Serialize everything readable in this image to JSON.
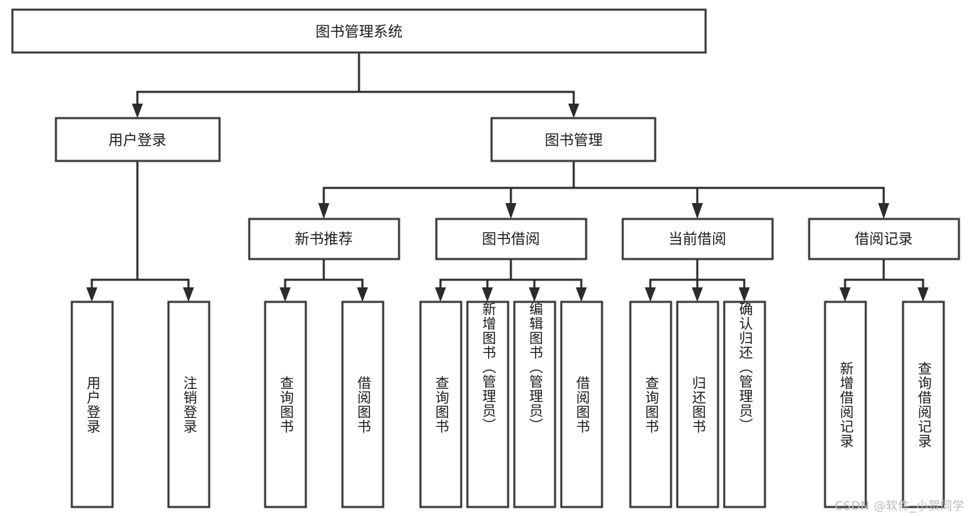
{
  "diagram": {
    "type": "tree",
    "orientation": "top-down",
    "root": {
      "id": "root",
      "label": "图书管理系统"
    },
    "level2": [
      {
        "id": "user-login",
        "label": "用户登录"
      },
      {
        "id": "book-manage",
        "label": "图书管理"
      }
    ],
    "level3": [
      {
        "id": "new-book-recommend",
        "label": "新书推荐",
        "parent": "book-manage"
      },
      {
        "id": "book-borrow",
        "label": "图书借阅",
        "parent": "book-manage"
      },
      {
        "id": "current-borrow",
        "label": "当前借阅",
        "parent": "book-manage"
      },
      {
        "id": "borrow-record",
        "label": "借阅记录",
        "parent": "book-manage"
      }
    ],
    "leaves": [
      {
        "id": "leaf-user-login",
        "label": "用户登录",
        "parent": "user-login"
      },
      {
        "id": "leaf-logout-login",
        "label": "注销登录",
        "parent": "user-login"
      },
      {
        "id": "leaf-query-book-1",
        "label": "查询图书",
        "parent": "new-book-recommend"
      },
      {
        "id": "leaf-borrow-book-1",
        "label": "借阅图书",
        "parent": "new-book-recommend"
      },
      {
        "id": "leaf-query-book-2",
        "label": "查询图书",
        "parent": "book-borrow"
      },
      {
        "id": "leaf-add-book",
        "label": "新增图书（管理员）",
        "parent": "book-borrow"
      },
      {
        "id": "leaf-edit-book",
        "label": "编辑图书（管理员）",
        "parent": "book-borrow"
      },
      {
        "id": "leaf-borrow-book-2",
        "label": "借阅图书",
        "parent": "book-borrow"
      },
      {
        "id": "leaf-query-book-3",
        "label": "查询图书",
        "parent": "current-borrow"
      },
      {
        "id": "leaf-return-book",
        "label": "归还图书",
        "parent": "current-borrow"
      },
      {
        "id": "leaf-confirm-return",
        "label": "确认归还（管理员）",
        "parent": "current-borrow"
      },
      {
        "id": "leaf-add-record",
        "label": "新增借阅记录",
        "parent": "borrow-record"
      },
      {
        "id": "leaf-query-record",
        "label": "查询借阅记录",
        "parent": "borrow-record"
      }
    ],
    "colors": {
      "background": "#ffffff",
      "node_fill": "#ffffff",
      "node_stroke": "#3a3a3a",
      "edge": "#2b2b2b",
      "text": "#1b1b1b",
      "watermark": "#b9b9b9"
    }
  },
  "watermark": {
    "text": "CSDN @软件_小贺同学"
  }
}
